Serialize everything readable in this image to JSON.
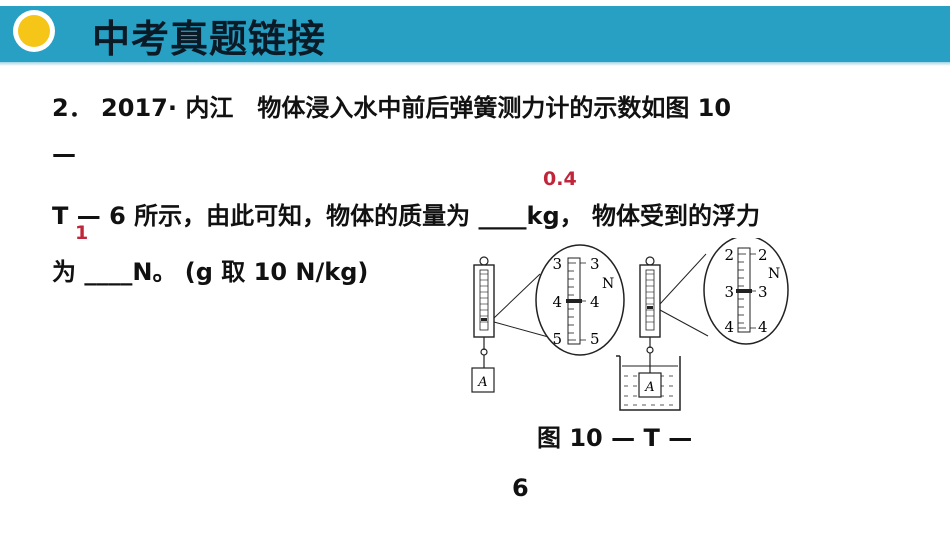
{
  "header": {
    "title": "中考真题链接"
  },
  "question": {
    "line1": "2． 2017· 内江　物体浸入水中前后弹簧测力计的示数如图 10",
    "line2": "—",
    "line3": "T — 6 所示，由此可知，物体的质量为 ____kg， 物体受到的浮力",
    "line4": "为 ____N。 (g 取 10 N/kg)"
  },
  "answers": {
    "mass": "0.4",
    "buoyancy": "1"
  },
  "figure": {
    "caption_line1": "图 10 — T —",
    "caption_line2": "6",
    "left_scale": {
      "top": "3",
      "mid": "4",
      "bottom": "5",
      "unit": "N"
    },
    "right_scale": {
      "top": "2",
      "mid": "3",
      "bottom": "4",
      "unit": "N"
    },
    "object_label": "A"
  },
  "colors": {
    "header": "#27a0c4",
    "answer": "#c0253a",
    "sun": "#f5c518"
  }
}
